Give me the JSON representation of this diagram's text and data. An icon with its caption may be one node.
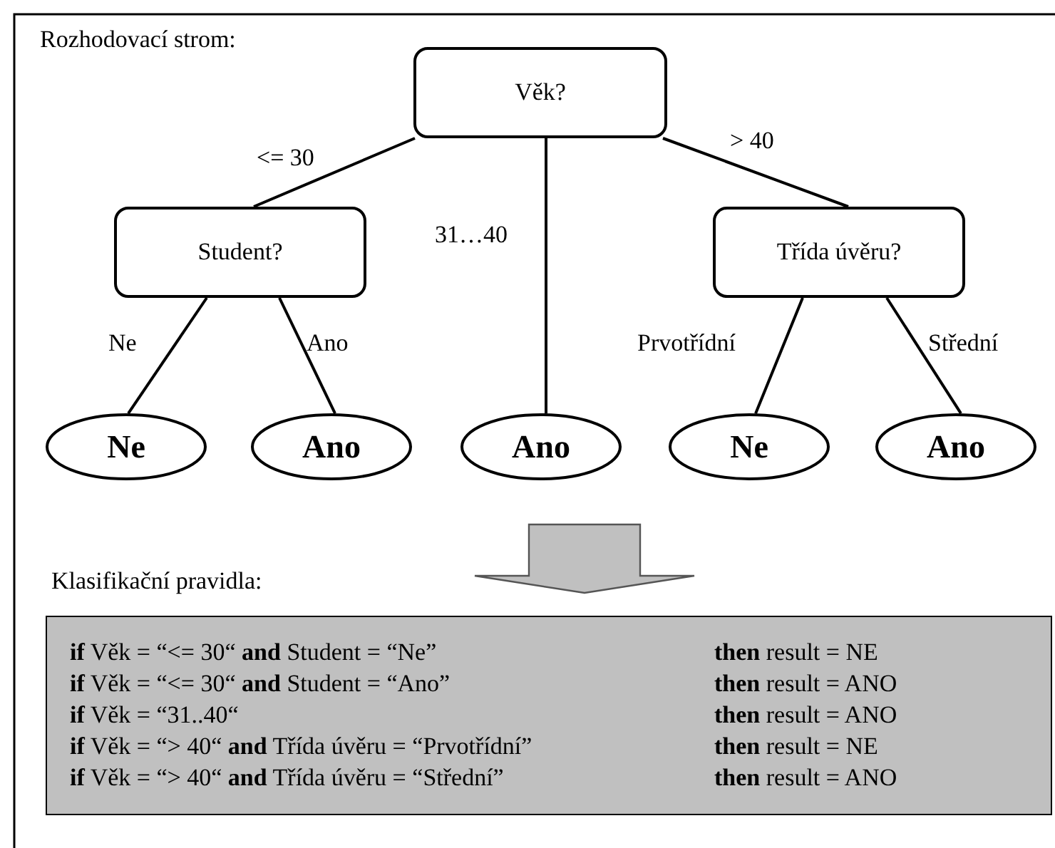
{
  "diagram": {
    "nodes": [
      {
        "text": [
          "Věk?"
        ]
      },
      {
        "text": [
          "Student?"
        ]
      },
      {
        "text": [
          "Třída úvěru?"
        ]
      },
      {
        "text": [
          "Ne"
        ]
      },
      {
        "text": [
          "Ano"
        ]
      },
      {
        "text": [
          "Ano"
        ]
      },
      {
        "text": [
          "Ne"
        ]
      },
      {
        "text": [
          "Ano"
        ]
      },
      {
        "text": [
          "**if** Věk = “<= 30“ **and** Student = “Ne”",
          "**then** result = NE",
          "**if** Věk = “<= 30“ **and** Student = “Ano”",
          "**then** result = ANO",
          "**if** Věk = “31..40“",
          "**then** result = ANO",
          "**if** Věk = “> 40“ **and** Třída úvěru = “Prvotřídní”",
          "**then** result = NE",
          "**if** Věk = “> 40“ **and** Třída úvěru = “Střední”",
          "**then** result = ANO"
        ]
      }
    ],
    "edges": [
      {
        "from": 0,
        "to": 1,
        "arrow": "none",
        "label": "<= 30"
      },
      {
        "from": 0,
        "to": 5,
        "arrow": "none",
        "label": "31…40"
      },
      {
        "from": 0,
        "to": 2,
        "arrow": "none",
        "label": "> 40"
      },
      {
        "from": 1,
        "to": 3,
        "arrow": "none",
        "label": "Ne"
      },
      {
        "from": 1,
        "to": 4,
        "arrow": "none",
        "label": "Ano"
      },
      {
        "from": 2,
        "to": 6,
        "arrow": "none",
        "label": "Prvotřídní"
      },
      {
        "from": 2,
        "to": 7,
        "arrow": "none",
        "label": "Střední"
      },
      {
        "from": null,
        "to": 8,
        "arrow": "to",
        "color": "#c0c0c0"
      }
    ],
    "labels": [
      "Rozhodovací strom:",
      "Klasifikační pravidla:"
    ]
  }
}
